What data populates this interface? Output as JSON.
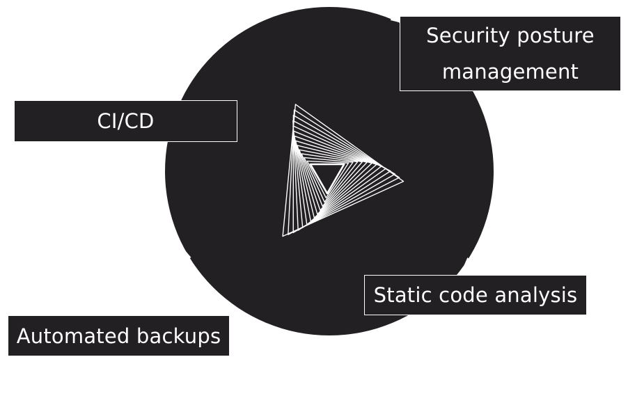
{
  "diagram": {
    "colors": {
      "disc": "#222023",
      "label_bg": "#222023",
      "text": "#ffffff",
      "background": "#ffffff"
    },
    "center_logo": "spiral-triangle-logo",
    "labels": {
      "security_line1": "Security posture",
      "security_line2": "management",
      "cicd": "CI/CD",
      "static": "Static code analysis",
      "backups": "Automated backups"
    }
  }
}
